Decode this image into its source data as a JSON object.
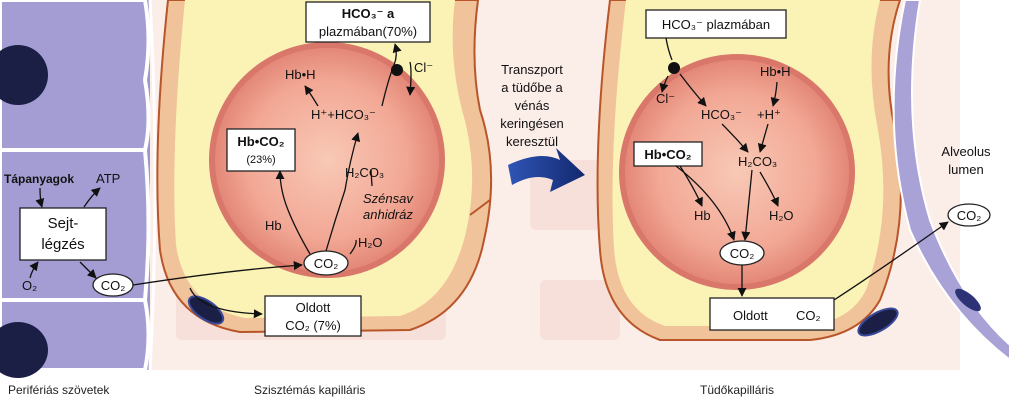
{
  "colors": {
    "tissue_cell": "#9C96CE",
    "cell_border": "#ffffff",
    "nucleus": "#1B1F45",
    "capillary_wall": "#F1C39A",
    "capillary_outline": "#B8552A",
    "plasma": "#FAF3B5",
    "rbc_rim": "#E8927F",
    "rbc_center": "#F7BFAA",
    "background_blur": "#F6D9D1",
    "transport_arrow": "#1E3A8A",
    "alveolus_wall": "#A8A2D6"
  },
  "icons": [
    "transport-arrow",
    "ion-channel-dot",
    "endothelial-nucleus"
  ],
  "tissue": {
    "caption": "Perifériás szövetek",
    "nutrients": "Tápanyagok",
    "atp": "ATP",
    "respiration_line1": "Sejt-",
    "respiration_line2": "légzés",
    "o2": "O₂",
    "co2": "CO₂"
  },
  "systemic": {
    "caption": "Szisztémás kapilláris",
    "bicarb_box_line1": "HCO₃⁻ a",
    "bicarb_box_line2": "plazmában(70%)",
    "cl": "Cl⁻",
    "hbh": "Hb•H",
    "h_plus_bicarb": "H⁺+HCO₃⁻",
    "hbco2": "Hb•CO₂",
    "hbco2_pct": "(23%)",
    "h2co3": "H₂CO₃",
    "enzyme_line1": "Szénsav",
    "enzyme_line2": "anhidráz",
    "hb": "Hb",
    "h2o": "H₂O",
    "co2": "CO₂",
    "dissolved_line1": "Oldott",
    "dissolved_line2": "CO₂ (7%)"
  },
  "transport": {
    "line1": "Transzport",
    "line2": "a tüdőbe a",
    "line3": "vénás",
    "line4": "keringésen",
    "line5": "keresztül"
  },
  "pulmonary": {
    "caption": "Tüdőkapilláris",
    "bicarb_box": "HCO₃⁻ plazmában",
    "cl": "Cl⁻",
    "bicarb": "HCO₃⁻",
    "h_plus": "+H⁺",
    "hbh": "Hb•H",
    "hbco2": "Hb•CO₂",
    "h2co3": "H₂CO₃",
    "hb": "Hb",
    "h2o": "H₂O",
    "co2": "CO₂",
    "dissolved": "Oldott",
    "dissolved_co2": "CO₂"
  },
  "alveolus": {
    "label_line1": "Alveolus",
    "label_line2": "lumen",
    "co2": "CO₂"
  }
}
